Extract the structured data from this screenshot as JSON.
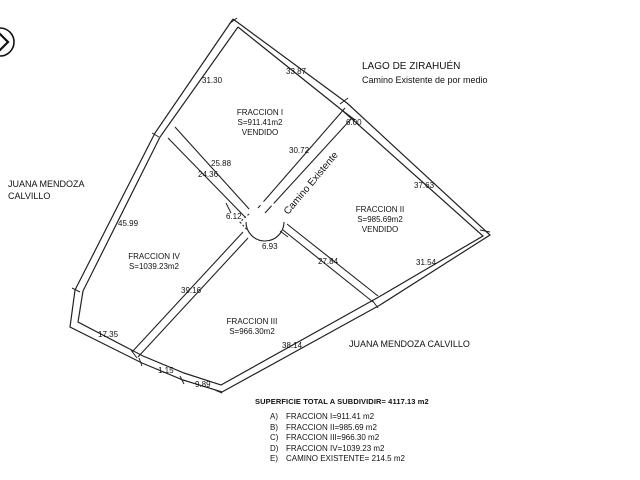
{
  "lake": {
    "name": "LAGO DE ZIRAHUÉN",
    "road_note": "Camino Existente de por medio"
  },
  "neighbors": {
    "west_line1": "JUANA MENDOZA",
    "west_line2": "CALVILLO",
    "south": "JUANA MENDOZA CALVILLO"
  },
  "road_label": "Camino Existente",
  "fractions": {
    "f1": {
      "name": "FRACCION I",
      "area": "S=911.41m2",
      "status": "VENDIDO"
    },
    "f2": {
      "name": "FRACCION II",
      "area": "S=985.69m2",
      "status": "VENDIDO"
    },
    "f3": {
      "name": "FRACCION III",
      "area": "S=966.30m2"
    },
    "f4": {
      "name": "FRACCION IV",
      "area": "S=1039.23m2"
    }
  },
  "dimensions": {
    "d_31_30": "31.30",
    "d_33_87": "33.87",
    "d_6_00": "6.00",
    "d_25_88": "25.88",
    "d_24_36": "24.36",
    "d_30_72": "30.72",
    "d_37_63": "37.63",
    "d_6_12": "6.12",
    "d_6_93": "6.93",
    "d_45_99": "45.99",
    "d_27_84": "27.84",
    "d_31_54": "31.54",
    "d_39_16": "39.16",
    "d_17_35": "17.35",
    "d_1_15": "1.15",
    "d_9_89": "9.89",
    "d_38_14": "38.14"
  },
  "summary": {
    "title": "SUPERFICIE TOTAL A SUBDIVIDIR= 4117.13 m2",
    "items": [
      {
        "key": "A)",
        "text": "FRACCION I=911.41 m2"
      },
      {
        "key": "B)",
        "text": "FRACCION II=985.69 m2"
      },
      {
        "key": "C)",
        "text": "FRACCION III=966.30 m2"
      },
      {
        "key": "D)",
        "text": "FRACCION IV=1039.23 m2"
      },
      {
        "key": "E)",
        "text": "CAMINO EXISTENTE= 214.5 m2"
      }
    ]
  }
}
